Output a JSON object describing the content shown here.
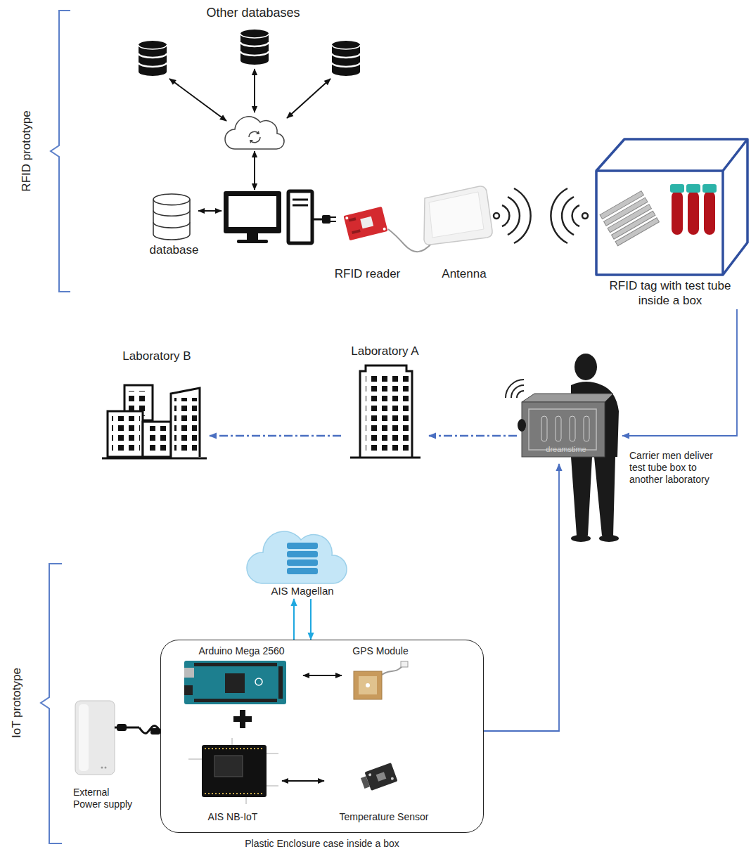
{
  "diagram": {
    "nodes": [
      {
        "text": [
          "Other databases"
        ]
      },
      {
        "text": [
          "database"
        ]
      },
      {
        "text": [
          "RFID reader"
        ]
      },
      {
        "text": [
          "Antenna"
        ]
      },
      {
        "text": [
          "RFID tag with test tube inside a box"
        ]
      },
      {
        "text": [
          "Laboratory B"
        ]
      },
      {
        "text": [
          "Laboratory A"
        ]
      },
      {
        "text": [
          "Carrier men deliver test tube box to another laboratory"
        ]
      },
      {
        "text": [
          "AIS Magellan"
        ]
      },
      {
        "text": [
          "Plastic Enclosure case inside a box"
        ]
      },
      {
        "text": [
          "Arduino Mega 2560"
        ],
        "in": 9
      },
      {
        "text": [
          "GPS Module"
        ],
        "in": 9
      },
      {
        "text": [
          "AIS NB-IoT"
        ],
        "in": 9
      },
      {
        "text": [
          "Temperature Sensor"
        ],
        "in": 9
      },
      {
        "text": [
          "External Power supply"
        ]
      }
    ],
    "edges": [
      {
        "from": 4,
        "to": 7,
        "arrow": "to"
      },
      {
        "from": 7,
        "to": 6,
        "arrow": "to"
      },
      {
        "from": 6,
        "to": 5,
        "arrow": "to"
      },
      {
        "from": 9,
        "to": 8,
        "arrow": "to"
      },
      {
        "from": 8,
        "to": 9,
        "arrow": "to"
      },
      {
        "from": 9,
        "to": 7,
        "arrow": "to"
      },
      {
        "from": 10,
        "to": 11,
        "arrow": "both"
      },
      {
        "from": 12,
        "to": 13,
        "arrow": "both"
      },
      {
        "from": 14,
        "to": 9,
        "arrow": "none"
      }
    ],
    "labels": [
      "RFID prototype",
      "IoT prototype",
      "dreamstime"
    ]
  }
}
